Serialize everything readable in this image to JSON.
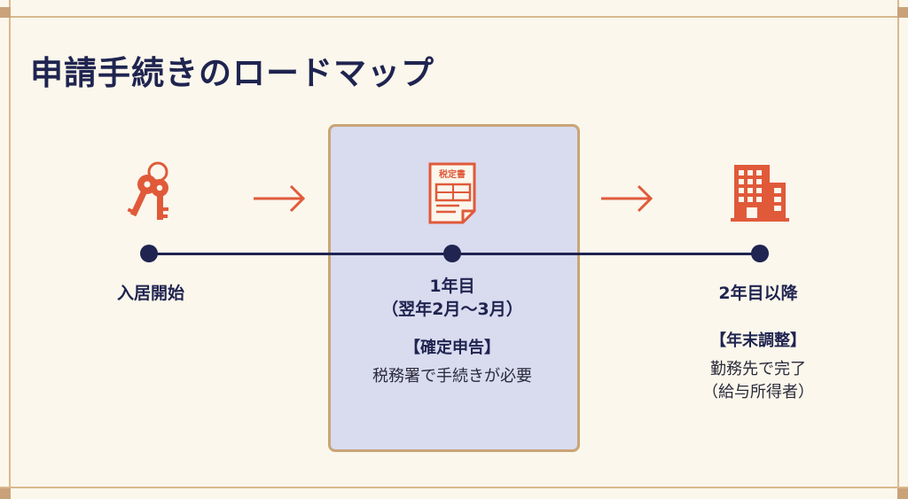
{
  "title": "申請手続きのロードマップ",
  "accent_color": "#e05a3a",
  "navy_color": "#1f2450",
  "steps": [
    {
      "icon": "keys-icon",
      "label": "入居開始"
    },
    {
      "icon": "tax-return-document-icon",
      "icon_text": "税定書",
      "label_line1": "1年目",
      "label_line2": "（翌年2月〜3月）",
      "heading": "【確定申告】",
      "description": "税務署で手続きが必要"
    },
    {
      "icon": "office-building-icon",
      "label": "2年目以降",
      "heading": "【年末調整】",
      "description_line1": "勤務先で完了",
      "description_line2": "（給与所得者）"
    }
  ]
}
